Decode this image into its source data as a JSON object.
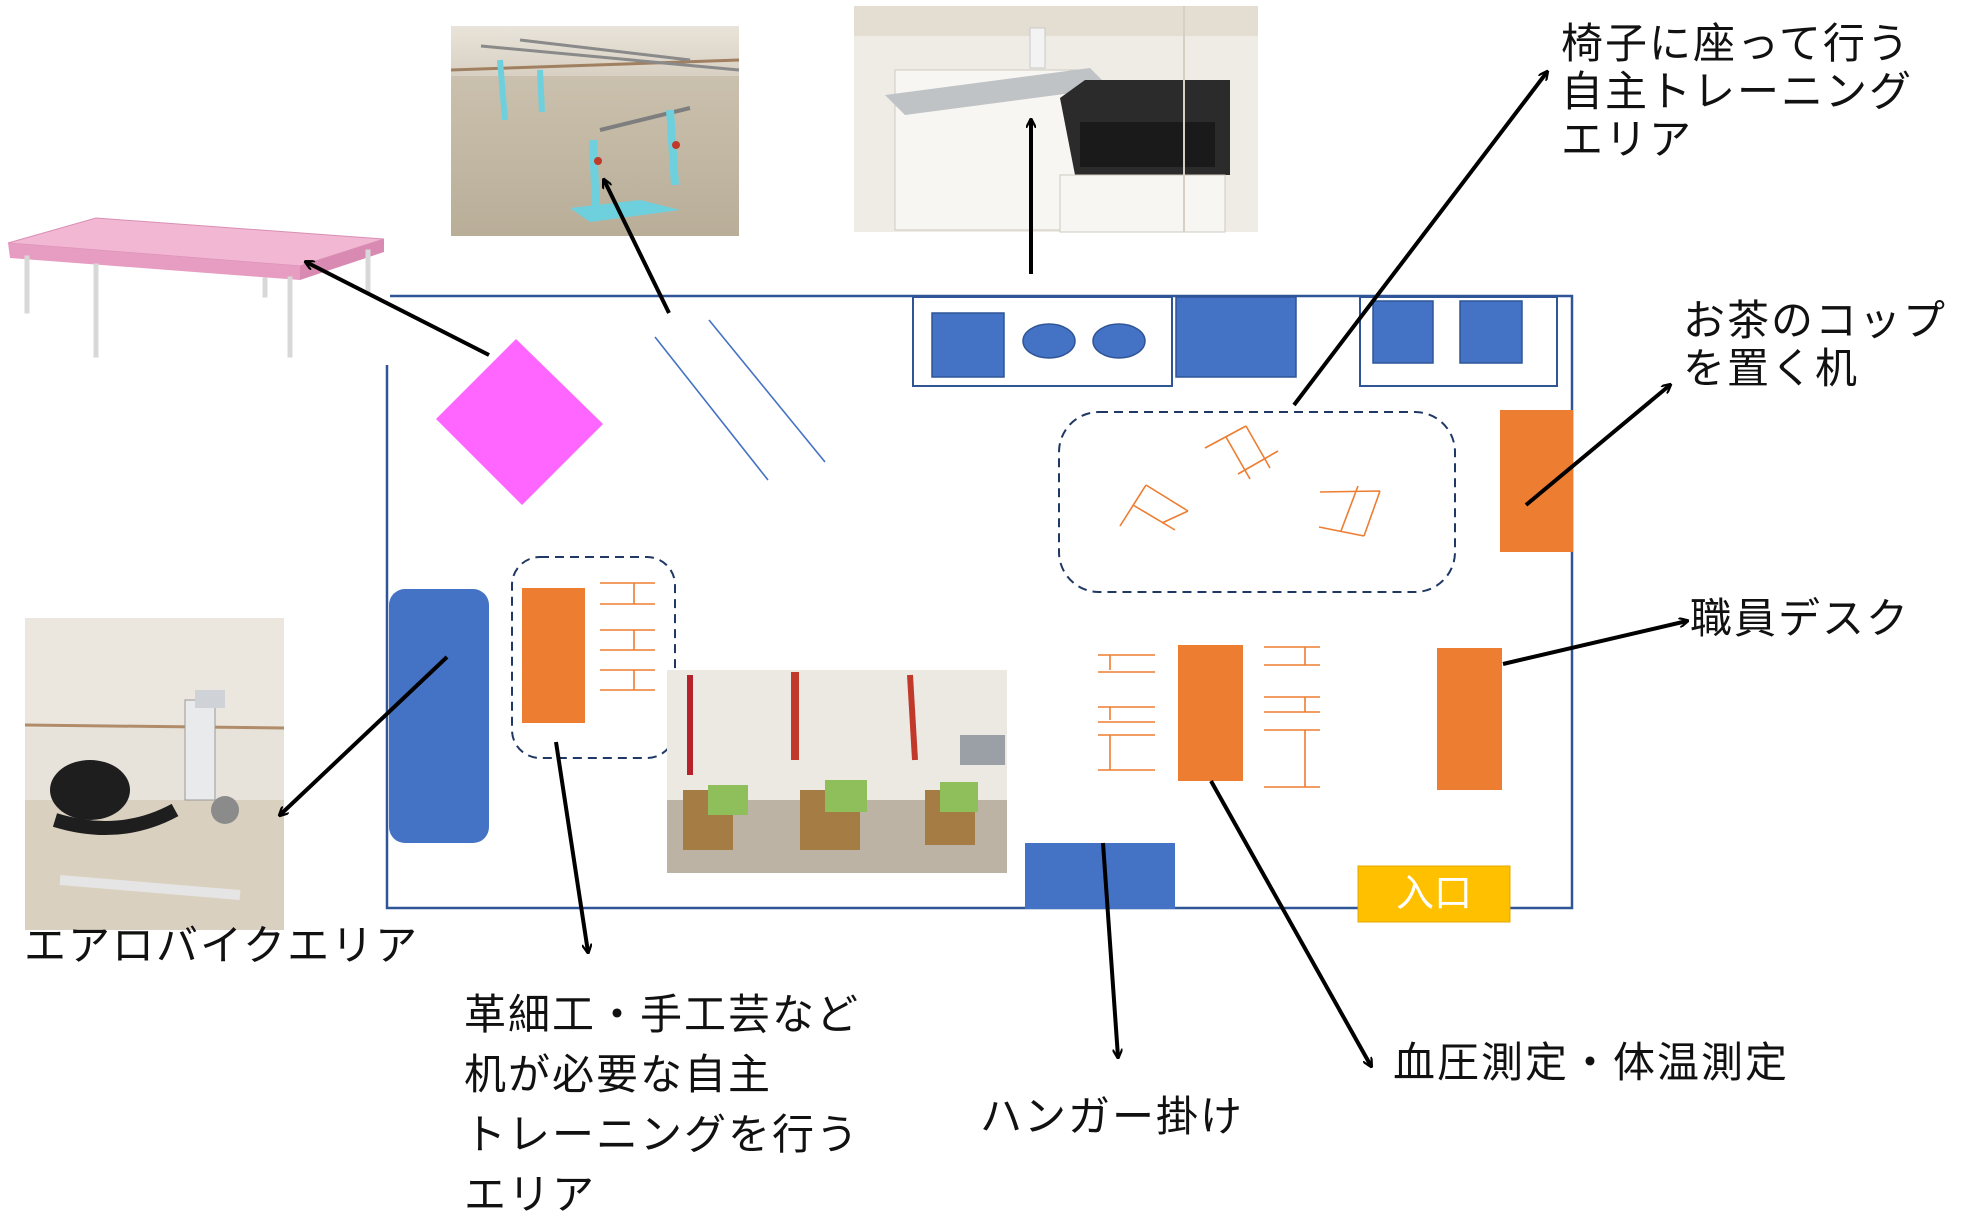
{
  "labels": {
    "chair_training": "椅子に座って行う\n自主トレーニング\nエリア",
    "tea_desk": "お茶のコップ\nを置く机",
    "staff_desk": "職員デスク",
    "aerobike": "エアロバイクエリア",
    "craft_area": "革細工・手工芸など\n机が必要な自主\nトレーニングを行う\nエリア",
    "hanger": "ハンガー掛け",
    "bp_temp": "血圧測定・体温測定",
    "entrance": "入口"
  },
  "colors": {
    "room_border": "#2F5597",
    "blue_item": "#4472C4",
    "orange_item": "#ED7D31",
    "pink_bed": "#FF66FF",
    "entrance_fill": "#FFC000",
    "arrow": "#000000",
    "dashed_area": "#1F3864"
  },
  "photos": [
    {
      "name": "treatment-bed-photo",
      "subject": "pink treatment bed"
    },
    {
      "name": "parallel-bars-photo",
      "subject": "parallel walking bars"
    },
    {
      "name": "sink-photo",
      "subject": "sink and stove"
    },
    {
      "name": "aerobike-photo",
      "subject": "recumbent exercise bike"
    },
    {
      "name": "room-photo",
      "subject": "room with chairs and red slings"
    }
  ]
}
